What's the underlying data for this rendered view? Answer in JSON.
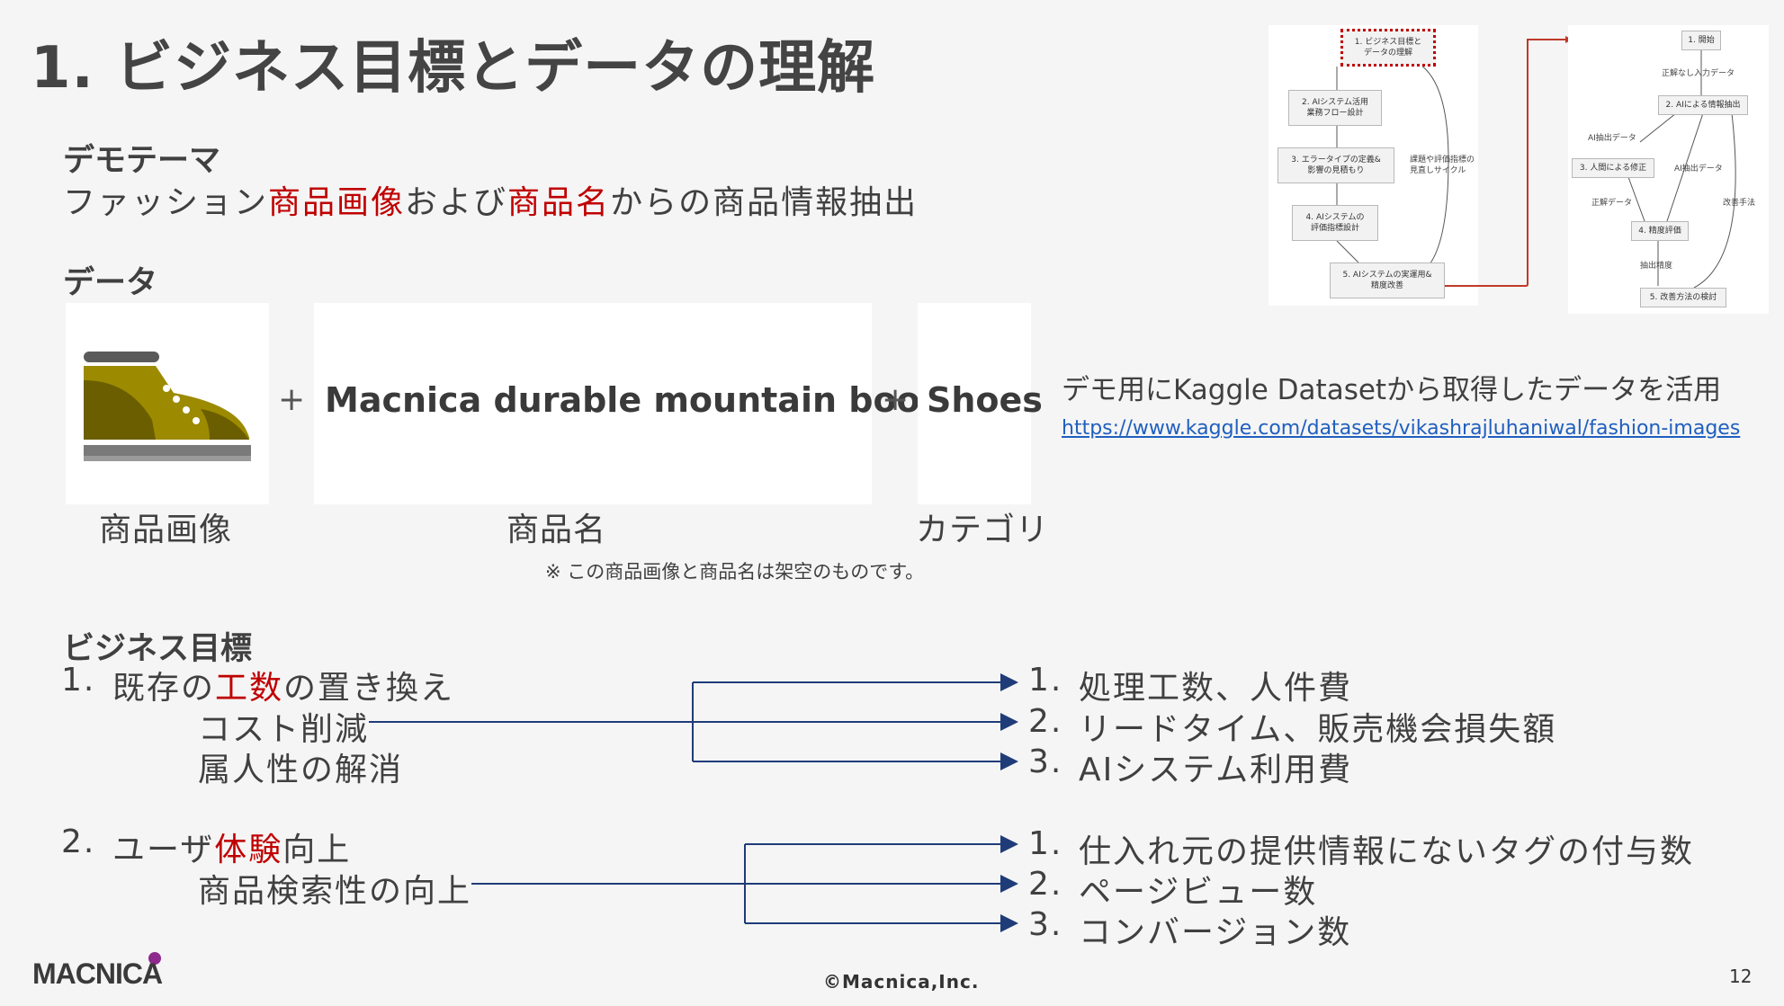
{
  "title": "1. ビジネス目標とデータの理解",
  "demo_theme": {
    "heading": "デモテーマ",
    "text_parts": [
      {
        "text": "ファッション",
        "red": false
      },
      {
        "text": "商品画像",
        "red": true
      },
      {
        "text": "および",
        "red": false
      },
      {
        "text": "商品名",
        "red": true
      },
      {
        "text": "からの商品情報抽出",
        "red": false
      }
    ]
  },
  "data_section": {
    "heading": "データ",
    "product_name": "Macnica durable mountain boots",
    "category": "Shoes",
    "plus": "+",
    "captions": {
      "image": "商品画像",
      "name": "商品名",
      "category": "カテゴリ"
    },
    "note": "※ この商品画像と商品名は架空のものです。",
    "kaggle_text": "デモ用にKaggle Datasetから取得したデータを活用",
    "kaggle_link": "https://www.kaggle.com/datasets/vikashrajluhaniwal/fashion-images"
  },
  "business_goals": {
    "heading": "ビジネス目標",
    "goal1": {
      "num": "1.",
      "parts": [
        {
          "text": "既存の",
          "red": false
        },
        {
          "text": "工数",
          "red": true
        },
        {
          "text": "の置き換え",
          "red": false
        }
      ],
      "sub1": "コスト削減",
      "sub2": "属人性の解消",
      "metrics": [
        {
          "num": "1.",
          "text": "処理工数、人件費"
        },
        {
          "num": "2.",
          "text": "リードタイム、販売機会損失額"
        },
        {
          "num": "3.",
          "text": "AIシステム利用費"
        }
      ]
    },
    "goal2": {
      "num": "2.",
      "parts": [
        {
          "text": "ユーザ",
          "red": false
        },
        {
          "text": "体験",
          "red": true
        },
        {
          "text": "向上",
          "red": false
        }
      ],
      "sub1": "商品検索性の向上",
      "metrics": [
        {
          "num": "1.",
          "text": "仕入れ元の提供情報にないタグの付与数"
        },
        {
          "num": "2.",
          "text": "ページビュー数"
        },
        {
          "num": "3.",
          "text": "コンバージョン数"
        }
      ]
    }
  },
  "flow_left": {
    "boxes": [
      "1. ビジネス目標と\nデータの理解",
      "2. AIシステム活用\n業務フロー設計",
      "3. エラータイプの定義&\n影響の見積もり",
      "4. AIシステムの\n評価指標設計",
      "5. AIシステムの実運用&\n精度改善"
    ],
    "loop_label": "課題や評価指標の\n見直しサイクル"
  },
  "flow_right": {
    "boxes": [
      "1. 開始",
      "2. AIによる情報抽出",
      "3. 人間による修正",
      "4. 精度評価",
      "5. 改善方法の検討"
    ],
    "labels": [
      "正解なし入力データ",
      "AI抽出データ",
      "AI抽出データ",
      "正解データ",
      "改善手法",
      "抽出精度"
    ]
  },
  "footer": {
    "logo": "MACNICA",
    "copyright": "©Macnica,Inc.",
    "page": "12"
  },
  "colors": {
    "accent_red": "#c00000",
    "arrow_blue": "#1f3c78",
    "logo_purple": "#8e2a8e",
    "boot_olive": "#9c8a00"
  }
}
